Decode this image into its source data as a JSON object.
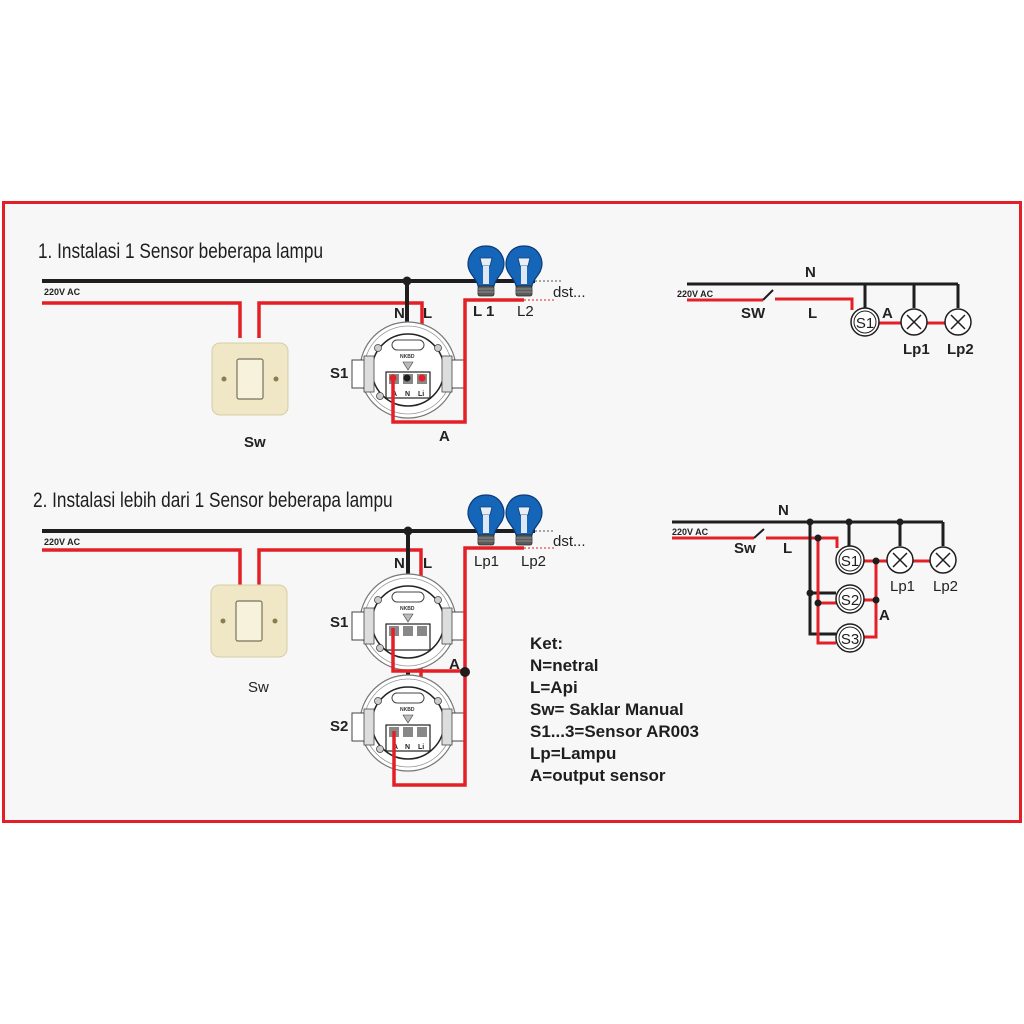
{
  "colors": {
    "frame": "#e32027",
    "live_wire": "#e32027",
    "neutral_wire": "#1e1e1e",
    "bulb": "#1565b8",
    "switch_plate": "#efe7c5"
  },
  "section1": {
    "title": "1. Instalasi 1 Sensor beberapa lampu",
    "supply_label": "220V AC",
    "neutral_label": "N",
    "live_label": "L",
    "sensor_label": "S1",
    "output_label": "A",
    "switch_label": "Sw",
    "lamp_labels": [
      "L 1",
      "L2"
    ],
    "continuation": "dst...",
    "sensor_device_text": "NKBD",
    "terminal_labels": [
      "A",
      "N",
      "Li"
    ],
    "schematic": {
      "supply_label": "220V AC",
      "neutral_label": "N",
      "switch_label": "SW",
      "live_label": "L",
      "output_label": "A",
      "sensors": [
        "S1"
      ],
      "lamps": [
        "Lp1",
        "Lp2"
      ]
    }
  },
  "section2": {
    "title": "2. Instalasi lebih dari 1 Sensor beberapa lampu",
    "supply_label": "220V AC",
    "neutral_label": "N",
    "live_label": "L",
    "sensor_labels": [
      "S1",
      "S2"
    ],
    "output_label": "A",
    "switch_label": "Sw",
    "lamp_labels": [
      "Lp1",
      "Lp2"
    ],
    "continuation": "dst...",
    "sensor_device_text": "NKBD",
    "terminal_labels": [
      "A",
      "N",
      "Li"
    ],
    "schematic": {
      "supply_label": "220V AC",
      "neutral_label": "N",
      "switch_label": "Sw",
      "live_label": "L",
      "output_label": "A",
      "sensors": [
        "S1",
        "S2",
        "S3"
      ],
      "lamps": [
        "Lp1",
        "Lp2"
      ]
    }
  },
  "legend": {
    "heading": "Ket:",
    "items": [
      "N=netral",
      "L=Api",
      "Sw= Saklar Manual",
      "S1...3=Sensor AR003",
      "Lp=Lampu",
      "A=output sensor"
    ]
  }
}
